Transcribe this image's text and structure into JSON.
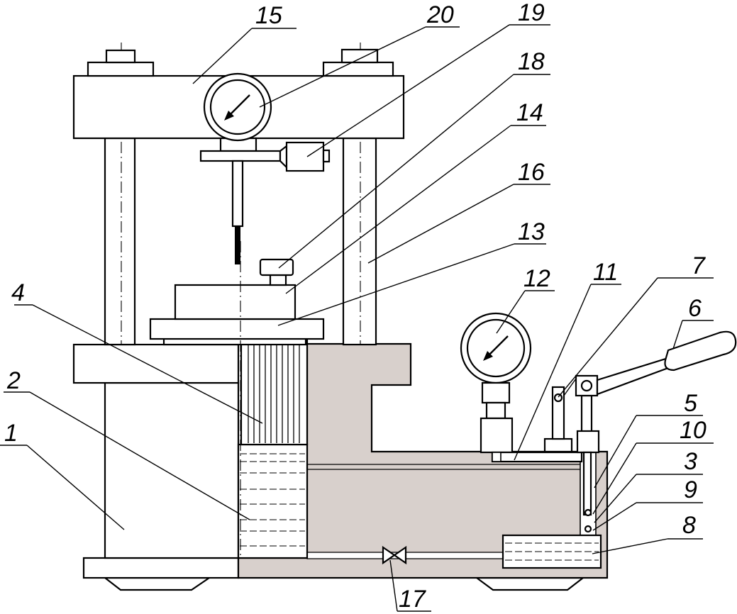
{
  "colors": {
    "body": "#d8d0cc",
    "outline": "#000000",
    "background": "#ffffff"
  },
  "icons": {
    "gauge_top": "pressure-gauge-icon",
    "gauge_pump": "pressure-gauge-icon",
    "valve": "valve-icon"
  },
  "labels": [
    {
      "id": "1",
      "text": "1"
    },
    {
      "id": "2",
      "text": "2"
    },
    {
      "id": "3",
      "text": "3"
    },
    {
      "id": "4",
      "text": "4"
    },
    {
      "id": "5",
      "text": "5"
    },
    {
      "id": "6",
      "text": "6"
    },
    {
      "id": "7",
      "text": "7"
    },
    {
      "id": "8",
      "text": "8"
    },
    {
      "id": "9",
      "text": "9"
    },
    {
      "id": "10",
      "text": "10"
    },
    {
      "id": "11",
      "text": "11"
    },
    {
      "id": "12",
      "text": "12"
    },
    {
      "id": "13",
      "text": "13"
    },
    {
      "id": "14",
      "text": "14"
    },
    {
      "id": "15",
      "text": "15"
    },
    {
      "id": "16",
      "text": "16"
    },
    {
      "id": "17",
      "text": "17"
    },
    {
      "id": "18",
      "text": "18"
    },
    {
      "id": "19",
      "text": "19"
    },
    {
      "id": "20",
      "text": "20"
    }
  ]
}
